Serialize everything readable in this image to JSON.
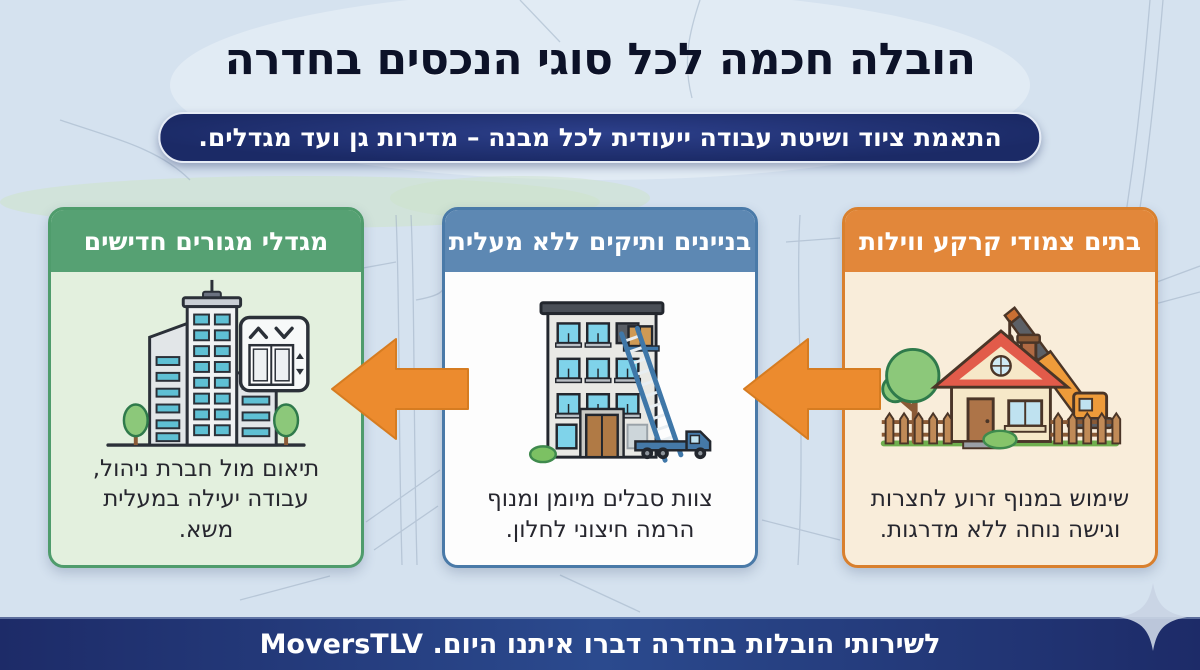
{
  "page": {
    "title": "הובלה חכמה לכל סוגי הנכסים בחדרה",
    "subtitle": "התאמת ציוד ושיטת עבודה ייעודית לכל מבנה – מדירות גן ועד מגדלים.",
    "footer": "לשירותי הובלות בחדרה דברו איתנו היום. MoversTLV"
  },
  "cards": [
    {
      "id": "detached-houses",
      "title": "בתים צמודי קרקע ווילות",
      "description": "שימוש במנוף זרוע לחצרות וגישה נוחה ללא מדרגות.",
      "icon": "house-with-crane-icon",
      "accent": "#d9802e",
      "header_bg": "#e2873a",
      "body_bg": "#f9edda"
    },
    {
      "id": "old-buildings-no-elevator",
      "title": "בניינים ותיקים ללא מעלית",
      "description": "צוות סבלים מיומן ומנוף הרמה חיצוני לחלון.",
      "icon": "building-with-lift-truck-icon",
      "accent": "#4a7aa8",
      "header_bg": "#5d88b3",
      "body_bg": "#fdfdfd"
    },
    {
      "id": "modern-residential-towers",
      "title": "מגדלי מגורים חדישים",
      "description": "תיאום מול חברת ניהול, עבודה יעילה במעלית משא.",
      "icon": "tower-with-elevator-icon",
      "accent": "#4f9c6c",
      "header_bg": "#56a173",
      "body_bg": "#e3f0de"
    }
  ],
  "decor": {
    "arrow_color": "#ec8b2e",
    "arrow_direction": "left",
    "sparkle_icon": "four-point-star",
    "background": "#d5e2ef",
    "banner_bg": "#1b2a66",
    "footer_bg": "#1d2b68",
    "title_color": "#0c1228"
  }
}
